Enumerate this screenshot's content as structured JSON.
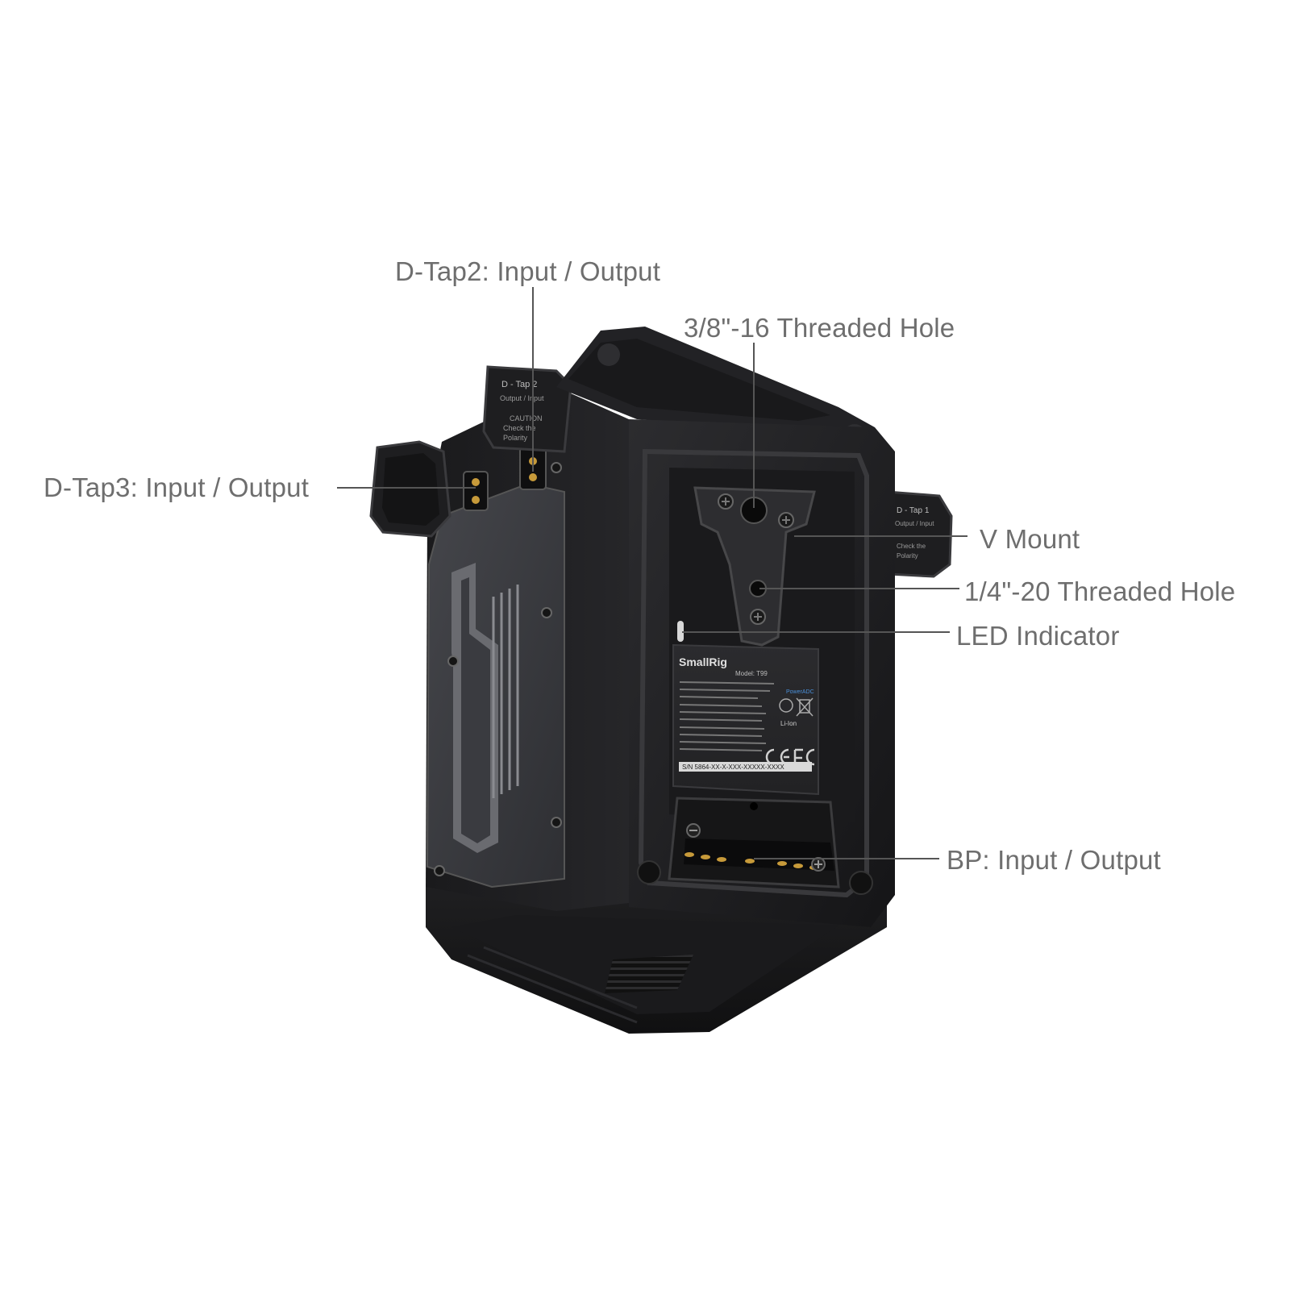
{
  "callouts": {
    "dtap2": "D-Tap2: Input / Output",
    "threaded_38": "3/8\"-16 Threaded Hole",
    "dtap3": "D-Tap3: Input / Output",
    "vmount": "V Mount",
    "threaded_14": "1/4\"-20 Threaded Hole",
    "led": "LED Indicator",
    "bp": "BP: Input / Output"
  },
  "device_print": {
    "cap_dtap2": "D - Tap 2",
    "cap_dtap1": "D - Tap 1",
    "cap_output_input": "Output / Input",
    "cap_caution": "CAUTION",
    "cap_check": "Check the",
    "cap_polarity": "Polarity",
    "brand": "SmallRig",
    "model": "Model: T99",
    "powerade": "PowerADC",
    "li_ion": "Li-Ion",
    "serial": "S/N 5864-XX-X-XXX-XXXXX-XXXX"
  },
  "colors": {
    "label_text": "#6e6e6e",
    "leader_line": "#555555",
    "body_dark": "#1c1c1e",
    "body_mid": "#2a2a2d",
    "panel_grey": "#3c3d42"
  }
}
